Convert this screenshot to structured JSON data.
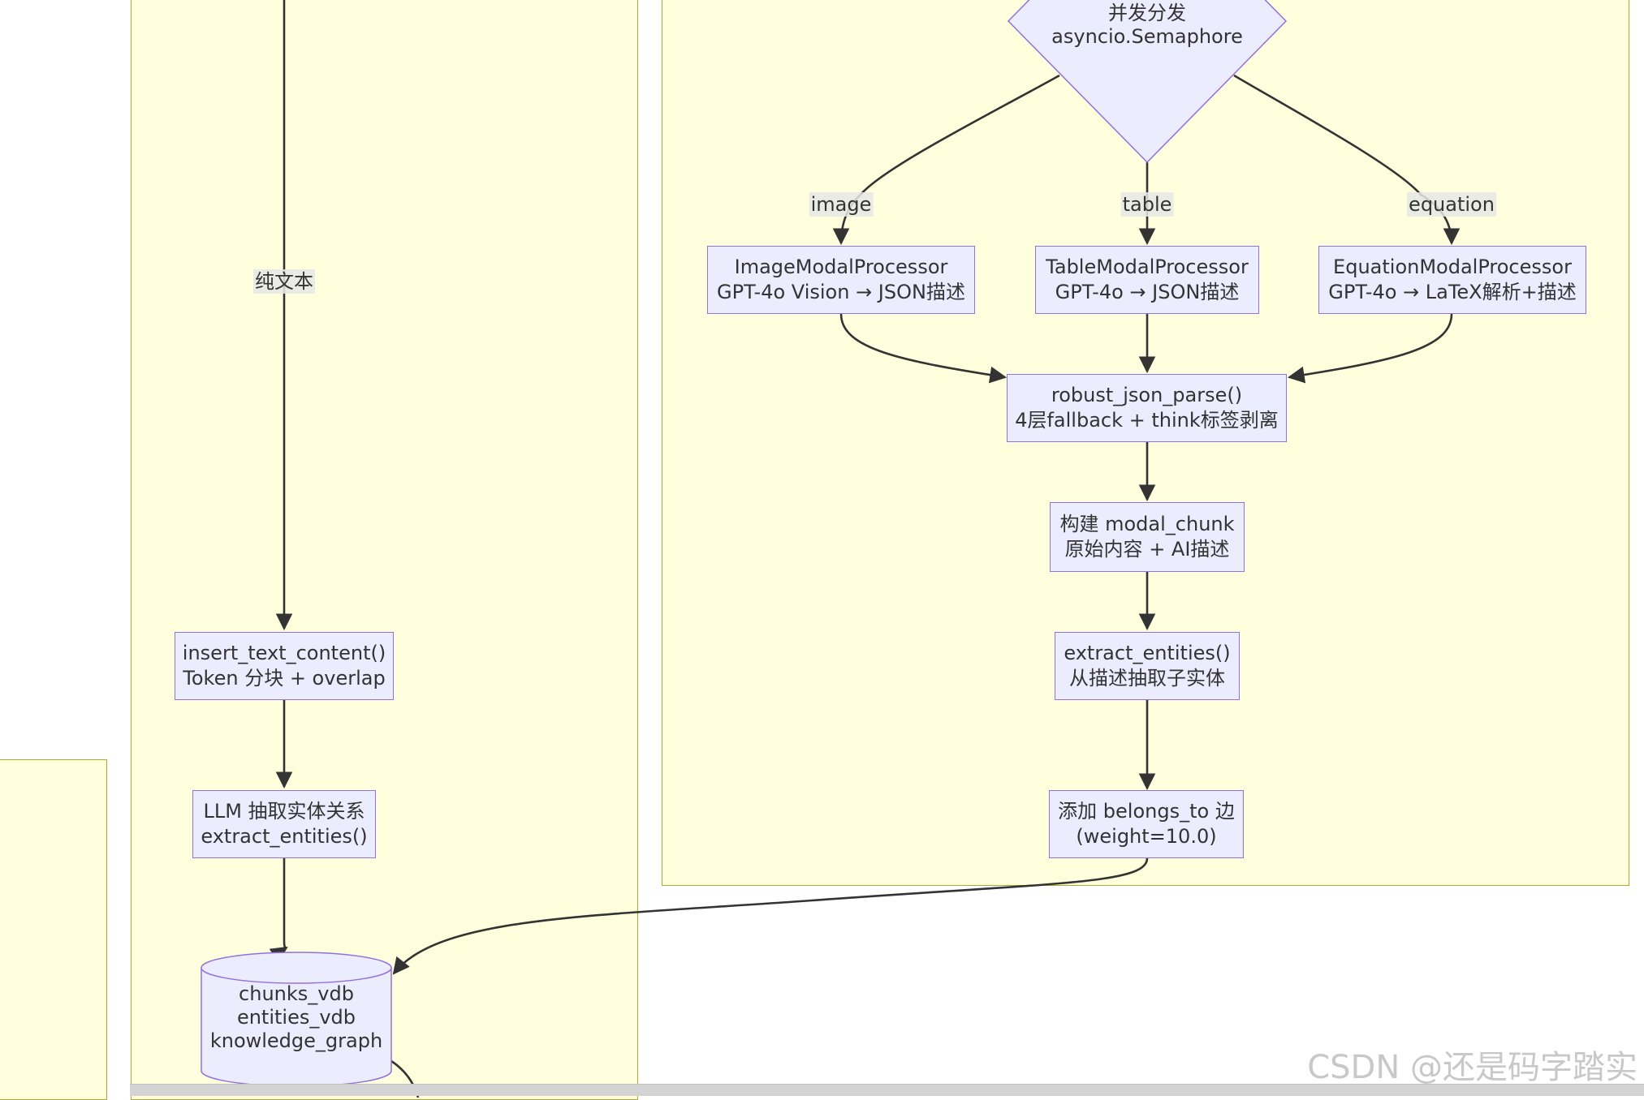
{
  "nodes": {
    "dispatch": [
      "并发分发",
      "asyncio.Semaphore"
    ],
    "image_proc": [
      "ImageModalProcessor",
      "GPT-4o Vision → JSON描述"
    ],
    "table_proc": [
      "TableModalProcessor",
      "GPT-4o → JSON描述"
    ],
    "equation_proc": [
      "EquationModalProcessor",
      "GPT-4o → LaTeX解析+描述"
    ],
    "json_parse": [
      "robust_json_parse()",
      "4层fallback + think标签剥离"
    ],
    "modal_chunk": [
      "构建 modal_chunk",
      "原始内容 + AI描述"
    ],
    "extract_sub": [
      "extract_entities()",
      "从描述抽取子实体"
    ],
    "belongs_to": [
      "添加 belongs_to 边",
      "(weight=10.0)"
    ],
    "insert_text": [
      "insert_text_content()",
      "Token 分块 + overlap"
    ],
    "llm_extract": [
      "LLM 抽取实体关系",
      "extract_entities()"
    ],
    "storage": [
      "chunks_vdb",
      "entities_vdb",
      "knowledge_graph"
    ]
  },
  "edge_labels": {
    "plain_text": "纯文本",
    "image": "image",
    "table": "table",
    "equation": "equation"
  },
  "watermark": "CSDN @还是码字踏实",
  "colors": {
    "node_fill": "#ececff",
    "node_border": "#9370db",
    "cluster_fill": "#ffffde",
    "cluster_border": "#aaaa33",
    "edge": "#333333"
  }
}
